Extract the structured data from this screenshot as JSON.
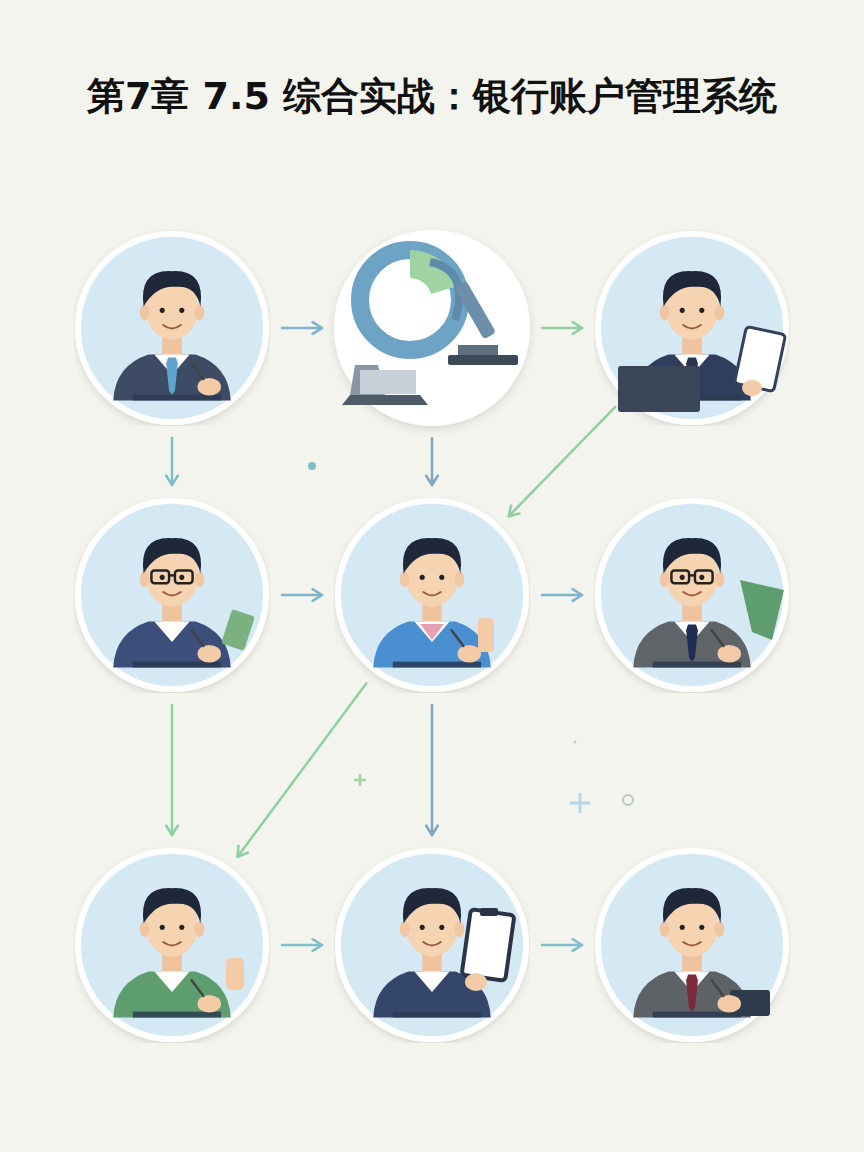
{
  "diagram": {
    "title": "第7章 7.5 综合实战：银行账户管理系统",
    "nodes": [
      {
        "text": []
      },
      {
        "text": []
      },
      {
        "text": []
      },
      {
        "text": []
      },
      {
        "text": []
      },
      {
        "text": []
      },
      {
        "text": []
      },
      {
        "text": []
      },
      {
        "text": []
      }
    ],
    "edges": [
      {
        "from": 0,
        "to": 1,
        "arrow": "to"
      },
      {
        "from": 1,
        "to": 2,
        "arrow": "to"
      },
      {
        "from": 0,
        "to": 3,
        "arrow": "to"
      },
      {
        "from": 1,
        "to": 4,
        "arrow": "to"
      },
      {
        "from": 2,
        "to": 4,
        "arrow": "to"
      },
      {
        "from": 3,
        "to": 4,
        "arrow": "to"
      },
      {
        "from": 4,
        "to": 5,
        "arrow": "to"
      },
      {
        "from": 3,
        "to": 6,
        "arrow": "to"
      },
      {
        "from": 4,
        "to": 6,
        "arrow": "to"
      },
      {
        "from": 4,
        "to": 7,
        "arrow": "to"
      },
      {
        "from": 6,
        "to": 7,
        "arrow": "to"
      },
      {
        "from": 7,
        "to": 8,
        "arrow": "to"
      }
    ]
  }
}
